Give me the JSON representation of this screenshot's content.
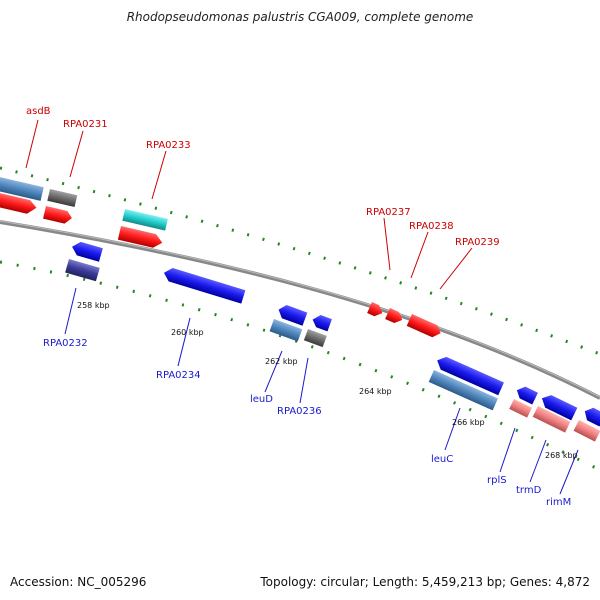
{
  "title": "Rhodopseudomonas palustris CGA009, complete genome",
  "footer": {
    "accession": "Accession: NC_005296",
    "stats": "Topology: circular; Length: 5,459,213 bp; Genes: 4,872"
  },
  "colors": {
    "backbone": "#888888",
    "tick": "#228822",
    "label_forward": "#cc0000",
    "label_reverse": "#1a1acc",
    "red": "#ff1a1a",
    "blue": "#1a1aee",
    "steelblue": "#4f86bd",
    "gray": "#6b6b6b",
    "cyan": "#22cccc",
    "navy": "#3a3a9a",
    "pink": "#f08080"
  },
  "kbp_labels": [
    "258 kbp",
    "260 kbp",
    "262 kbp",
    "264 kbp",
    "266 kbp",
    "268 kbp"
  ],
  "gene_labels_forward": [
    "asdB",
    "RPA0231",
    "RPA0233",
    "RPA0237",
    "RPA0238",
    "RPA0239"
  ],
  "gene_labels_reverse": [
    "RPA0232",
    "RPA0234",
    "leuD",
    "RPA0236",
    "leuC",
    "rplS",
    "trmD",
    "rimM"
  ]
}
